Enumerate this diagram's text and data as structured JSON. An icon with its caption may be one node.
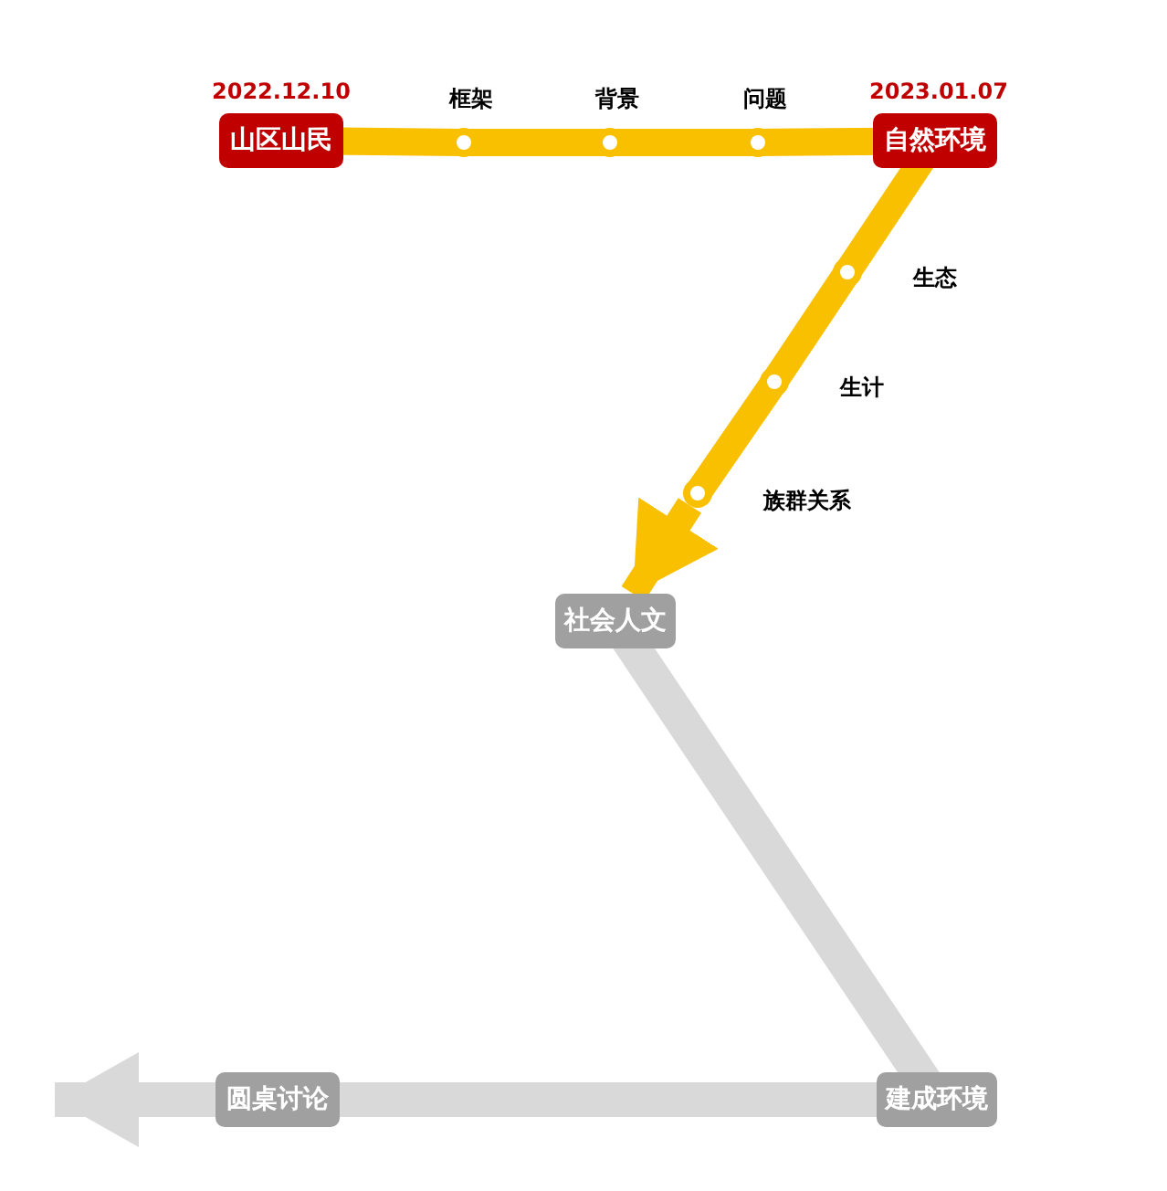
{
  "diagram": {
    "nodes": [
      {
        "text": [
          "山区山民"
        ],
        "beside": [
          "2022.12.10"
        ]
      },
      {
        "text": [],
        "shape": "circle",
        "beside": [
          "框架"
        ]
      },
      {
        "text": [],
        "shape": "circle",
        "beside": [
          "背景"
        ]
      },
      {
        "text": [],
        "shape": "circle",
        "beside": [
          "问题"
        ]
      },
      {
        "text": [
          "自然环境"
        ],
        "beside": [
          "2023.01.07"
        ]
      },
      {
        "text": [],
        "shape": "circle",
        "beside": [
          "生态"
        ]
      },
      {
        "text": [],
        "shape": "circle",
        "beside": [
          "生计"
        ]
      },
      {
        "text": [],
        "shape": "circle",
        "beside": [
          "族群关系"
        ]
      },
      {
        "text": [
          "社会人文"
        ]
      },
      {
        "text": [
          "圆桌讨论"
        ]
      },
      {
        "text": [
          "建成环境"
        ]
      }
    ],
    "edges": [
      {
        "from": 0,
        "to": 1,
        "arrow": "none"
      },
      {
        "from": 1,
        "to": 2,
        "arrow": "none"
      },
      {
        "from": 2,
        "to": 3,
        "arrow": "none"
      },
      {
        "from": 3,
        "to": 4,
        "arrow": "none"
      },
      {
        "from": 4,
        "to": 5,
        "arrow": "none"
      },
      {
        "from": 5,
        "to": 6,
        "arrow": "none"
      },
      {
        "from": 6,
        "to": 7,
        "arrow": "none"
      },
      {
        "from": 7,
        "to": 8,
        "arrow": "to"
      },
      {
        "from": 8,
        "to": 10,
        "arrow": "none",
        "color": "#d9d9d9"
      },
      {
        "from": 10,
        "to": 9,
        "arrow": "none",
        "color": "#d9d9d9"
      },
      {
        "from": 9,
        "to": null,
        "arrow": "to",
        "color": "#d9d9d9"
      }
    ]
  }
}
